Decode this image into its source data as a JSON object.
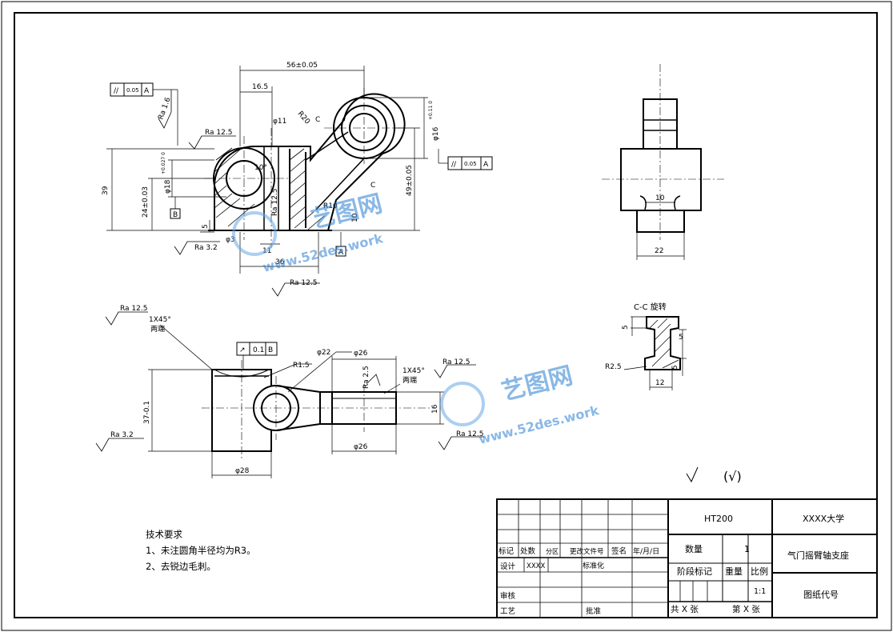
{
  "drawing": {
    "front_view": {
      "dims": {
        "d56": "56±0.05",
        "d16_5": "16.5",
        "phi11": "φ11",
        "r20": "R20",
        "c_mark_top": "C",
        "c_mark_mid": "C",
        "phi16": "φ16",
        "phi16_tol": "+0.11 0",
        "d49": "49±0.05",
        "d39": "39",
        "d24": "24±0.03",
        "phi18": "φ18",
        "phi18_tol": "+0.027 0",
        "angle10": "10°",
        "ra12_5_mid": "Ra 12.5",
        "r10": "R10",
        "d10": "10",
        "d5": "5",
        "phi3": "φ3",
        "d11": "11",
        "d36": "36"
      },
      "roughness": {
        "ra1_6": "Ra 1.6",
        "ra12_5_top": "Ra 12.5",
        "ra3_2": "Ra 3.2",
        "ra12_5_bottom": "Ra 12.5"
      },
      "tolerance_top": {
        "symbol": "//",
        "value": "0.05",
        "datum": "A"
      },
      "tolerance_right": {
        "symbol": "//",
        "value": "0.05",
        "datum": "A"
      },
      "datum_b": "B",
      "datum_a": "A"
    },
    "side_view": {
      "d10": "10",
      "d22": "22"
    },
    "section_view": {
      "title": "C-C 旋转",
      "d5_left": "5",
      "d5_right_top": "5",
      "d5_right_bottom": "5",
      "r2_5": "R2.5",
      "d12": "12"
    },
    "top_view": {
      "ra12_5_left": "Ra 12.5",
      "chamfer_left": "1X45°",
      "chamfer_left_note": "两端",
      "tolerance": {
        "symbol": "↗",
        "value": "0.1",
        "datum": "B"
      },
      "r1_5": "R1.5",
      "phi22": "φ22",
      "phi26_top": "φ26",
      "rg2_5": "Ra 2.5",
      "ra12_5_right_top": "Ra 12.5",
      "chamfer_right": "1X45°",
      "chamfer_right_note": "两端",
      "d37": "37-0.1",
      "ra3_2": "Ra 3.2",
      "d16": "16",
      "ra12_5_right_bottom": "Ra 12.5",
      "phi26_bottom": "φ26",
      "phi28": "φ28"
    },
    "roughness_note": "(√)",
    "tech_requirements": {
      "title": "技术要求",
      "items": [
        "1、未注圆角半径均为R3。",
        "2、去锐边毛刺。"
      ]
    },
    "watermarks": [
      {
        "brand": "艺图网",
        "url": "www.52des.work"
      },
      {
        "brand": "艺图网",
        "url": "www.52des.work"
      }
    ]
  },
  "title_block": {
    "material": "HT200",
    "school": "XXXX大学",
    "quantity_label": "数量",
    "quantity": "1",
    "part_name": "气门摇臂轴支座",
    "stage_label": "阶段标记",
    "weight_label": "重量",
    "scale_label": "比例",
    "scale": "1:1",
    "drawing_no_label": "图纸代号",
    "sheets_total": "共 X 张",
    "sheet_no": "第 X 张",
    "labels": {
      "mark": "标记",
      "count": "处数",
      "zone": "分区",
      "change_doc": "更改文件号",
      "sign": "签名",
      "date": "年/月/日",
      "design": "设计",
      "designer": "XXXX",
      "standard": "标准化",
      "check": "审核",
      "process": "工艺",
      "approve": "批准"
    }
  }
}
